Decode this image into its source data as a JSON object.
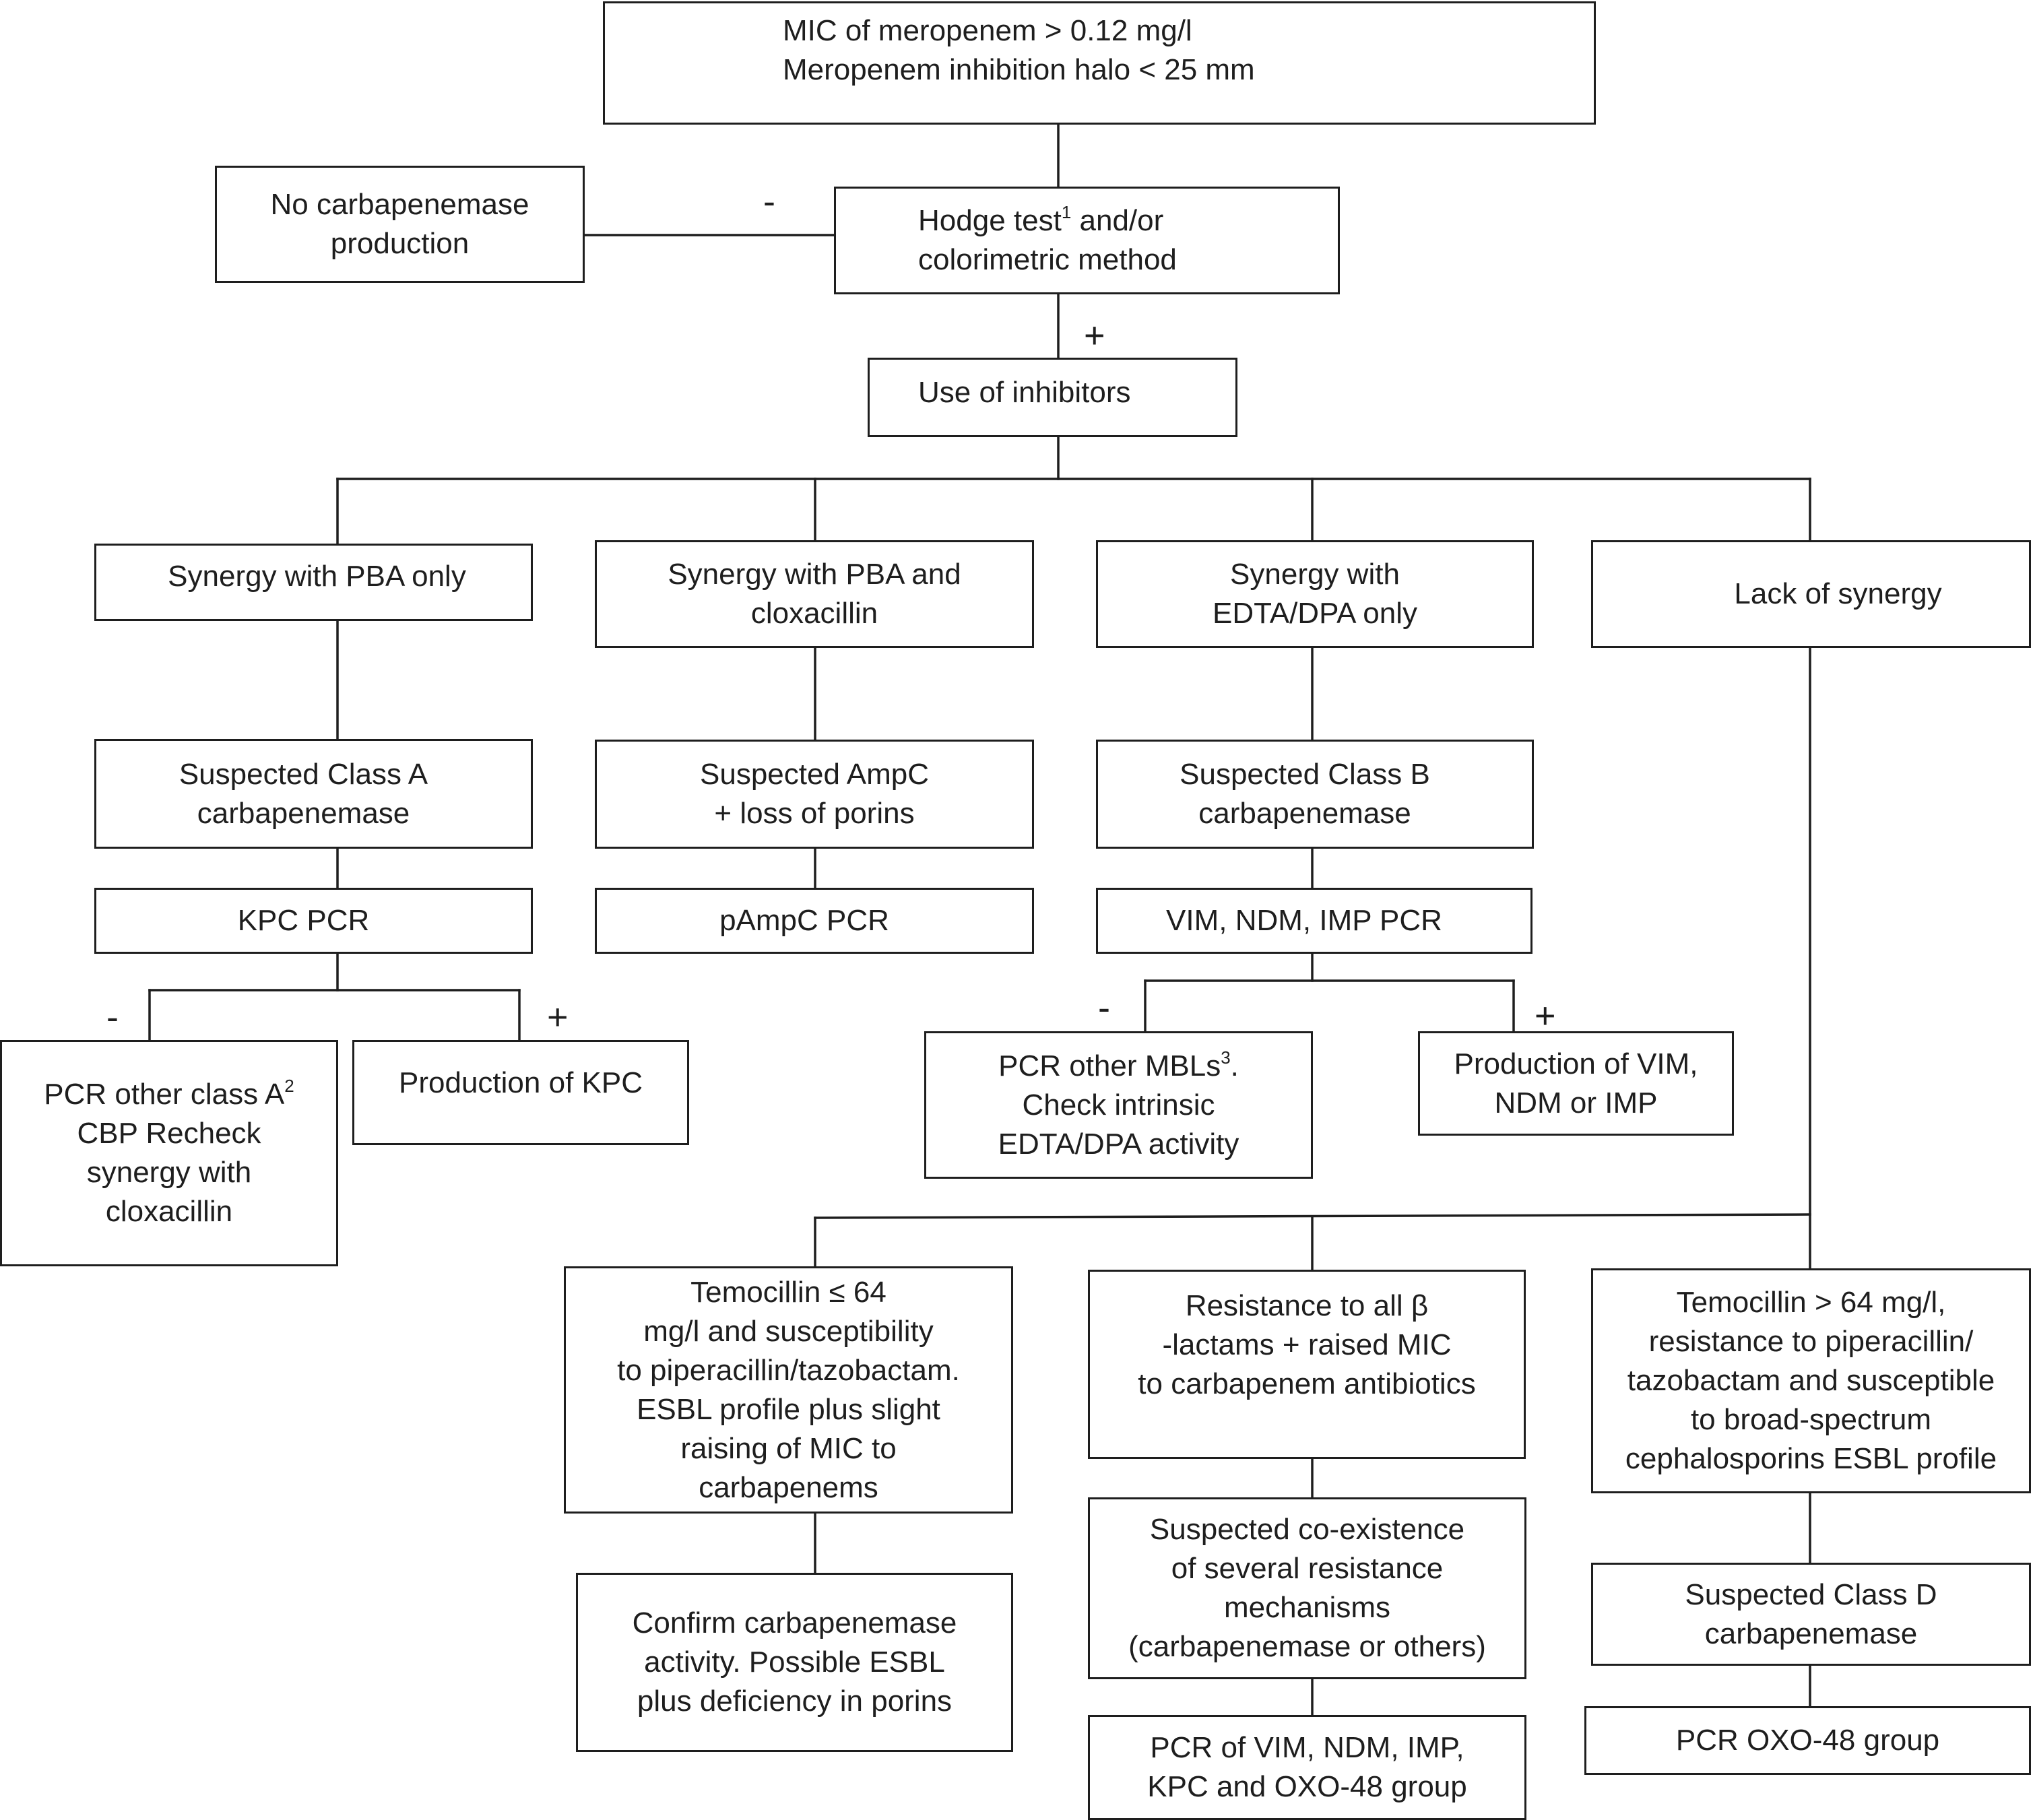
{
  "nodes": {
    "start": {
      "lines": [
        "MIC of meropenem > 0.12 mg/l",
        "Meropenem inhibition halo < 25 mm"
      ]
    },
    "no_carb": {
      "lines": [
        "No carbapenemase",
        "production"
      ]
    },
    "hodge": {
      "l1a": "Hodge test",
      "l1sup": "1",
      "l1b": " and/or",
      "l2": "colorimetric method"
    },
    "inhibitors": {
      "lines": [
        "Use of inhibitors"
      ]
    },
    "pba_only": {
      "lines": [
        "Synergy with PBA only"
      ]
    },
    "pba_clox": {
      "lines": [
        "Synergy with PBA and",
        "cloxacillin"
      ]
    },
    "edta_only": {
      "lines": [
        "Synergy with",
        "EDTA/DPA only"
      ]
    },
    "lack": {
      "lines": [
        "Lack of synergy"
      ]
    },
    "class_a": {
      "lines": [
        "Suspected Class A",
        "carbapenemase"
      ]
    },
    "ampc": {
      "lines": [
        "Suspected AmpC",
        "+ loss of porins"
      ]
    },
    "class_b": {
      "lines": [
        "Suspected Class B",
        "carbapenemase"
      ]
    },
    "kpc_pcr": {
      "lines": [
        "KPC PCR"
      ]
    },
    "pampc_pcr": {
      "lines": [
        "pAmpC PCR"
      ]
    },
    "vim_pcr": {
      "lines": [
        "VIM, NDM, IMP PCR"
      ]
    },
    "pcr_other_a": {
      "l1a": "PCR other class A",
      "l1sup": "2",
      "rest": [
        "CBP Recheck",
        "synergy with",
        "cloxacillin"
      ]
    },
    "prod_kpc": {
      "lines": [
        "Production of KPC"
      ]
    },
    "pcr_other_mbl": {
      "l1a": "PCR other MBLs",
      "l1sup": "3",
      "l1b": ".",
      "rest": [
        "Check intrinsic",
        "EDTA/DPA activity"
      ]
    },
    "prod_vim": {
      "lines": [
        "Production of VIM,",
        "NDM or IMP"
      ]
    },
    "temo_low": {
      "lines": [
        "Temocillin ≤ 64",
        "mg/l and susceptibility",
        "to piperacillin/tazobactam.",
        "ESBL profile plus slight",
        "raising of MIC to",
        "carbapenems"
      ]
    },
    "resist_all": {
      "lines": [
        "Resistance to all β",
        "-lactams + raised MIC",
        "to carbapenem antibiotics"
      ]
    },
    "temo_high": {
      "lines": [
        "Temocillin > 64 mg/l,",
        "resistance to piperacillin/",
        "tazobactam and susceptible",
        "to broad-spectrum",
        "cephalosporins ESBL profile"
      ]
    },
    "confirm": {
      "lines": [
        "Confirm carbapenemase",
        "activity. Possible ESBL",
        "plus deficiency in porins"
      ]
    },
    "coexist": {
      "lines": [
        "Suspected co-existence",
        "of several resistance",
        "mechanisms",
        "(carbapenemase or others)"
      ]
    },
    "class_d": {
      "lines": [
        "Suspected Class D",
        "carbapenemase"
      ]
    },
    "pcr_all": {
      "lines": [
        "PCR of VIM, NDM, IMP,",
        "KPC and OXO-48 group"
      ]
    },
    "pcr_oxo": {
      "lines": [
        "PCR OXO-48 group"
      ]
    }
  },
  "signs": {
    "hodge_neg": "-",
    "hodge_pos": "+",
    "kpc_neg": "-",
    "kpc_pos": "+",
    "vim_neg": "-",
    "vim_pos": "+"
  }
}
